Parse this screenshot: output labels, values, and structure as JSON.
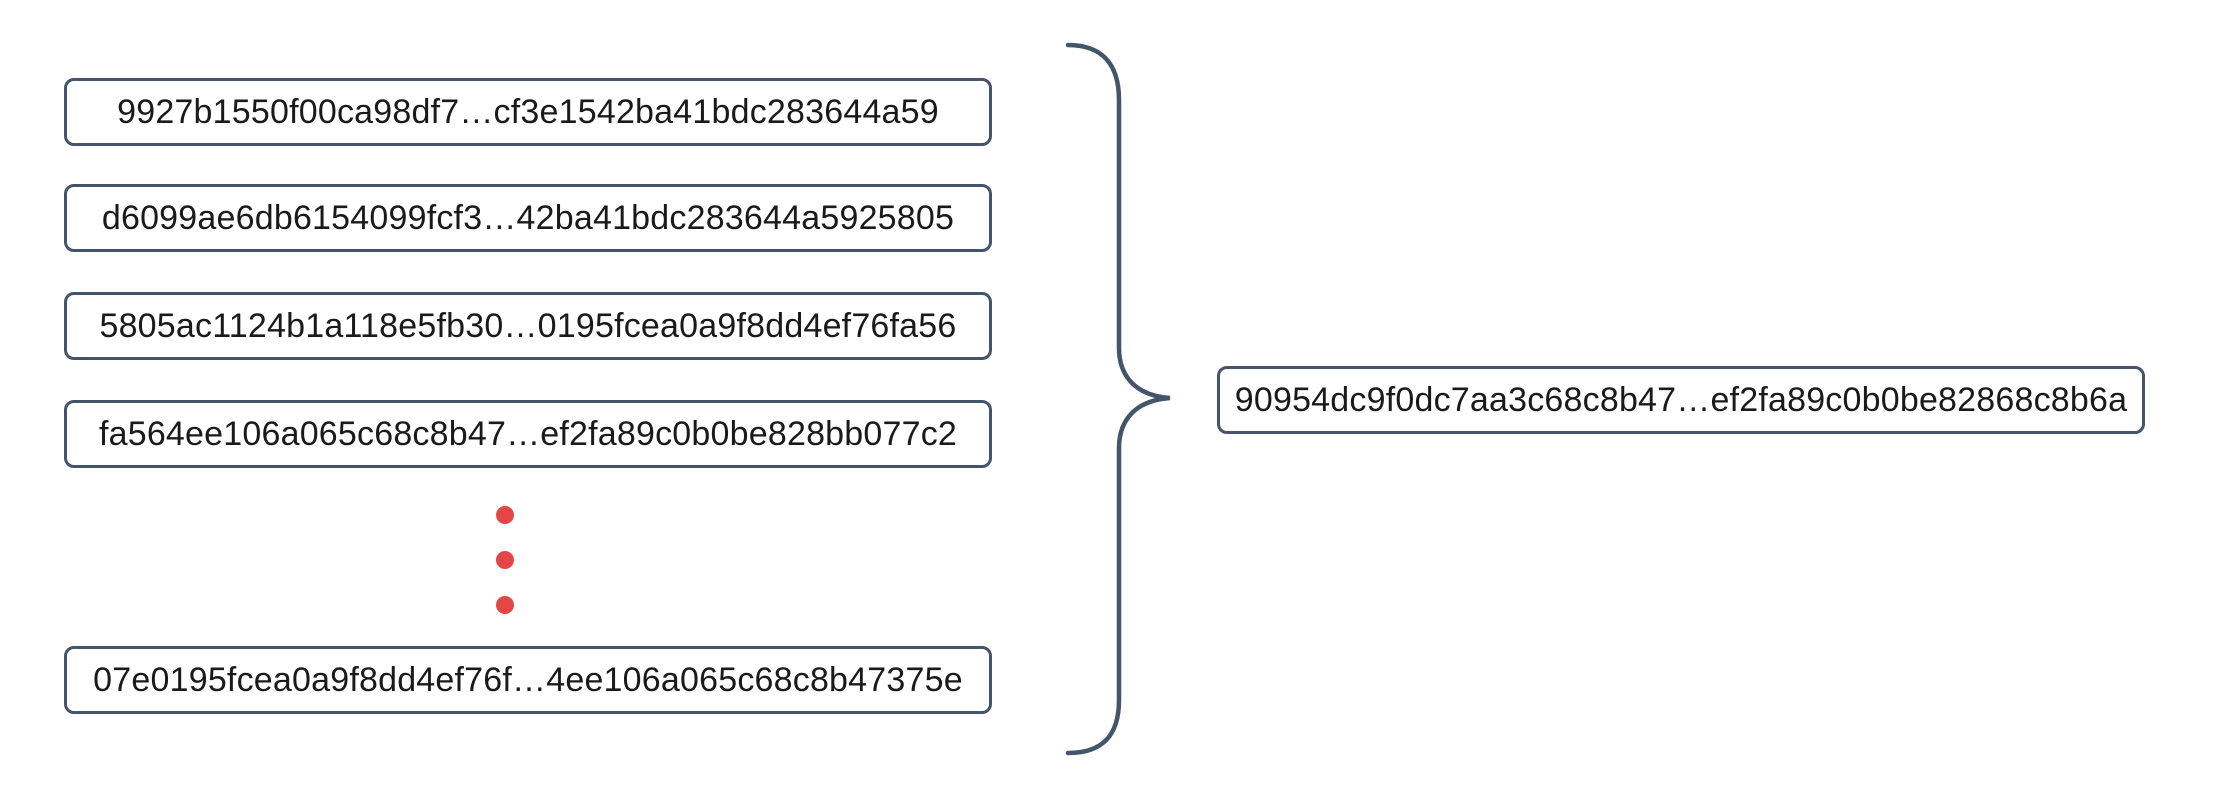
{
  "diagram": {
    "input_hashes": [
      "9927b1550f00ca98df7…cf3e1542ba41bdc283644a59",
      "d6099ae6db6154099fcf3…42ba41bdc283644a5925805",
      "5805ac1124b1a118e5fb30…0195fcea0a9f8dd4ef76fa56",
      "fa564ee106a065c68c8b47…ef2fa89c0b0be828bb077c2",
      "07e0195fcea0a9f8dd4ef76f…4ee106a065c68c8b47375e"
    ],
    "output_hash": "90954dc9f0dc7aa3c68c8b47…ef2fa89c0b0be82868c8b6a",
    "ellipsis_dot_count": 3,
    "colors": {
      "box_border": "#44546A",
      "brace": "#44546A",
      "dot": "#E24646",
      "text": "#1A1A1A",
      "background": "#FFFFFF"
    }
  }
}
